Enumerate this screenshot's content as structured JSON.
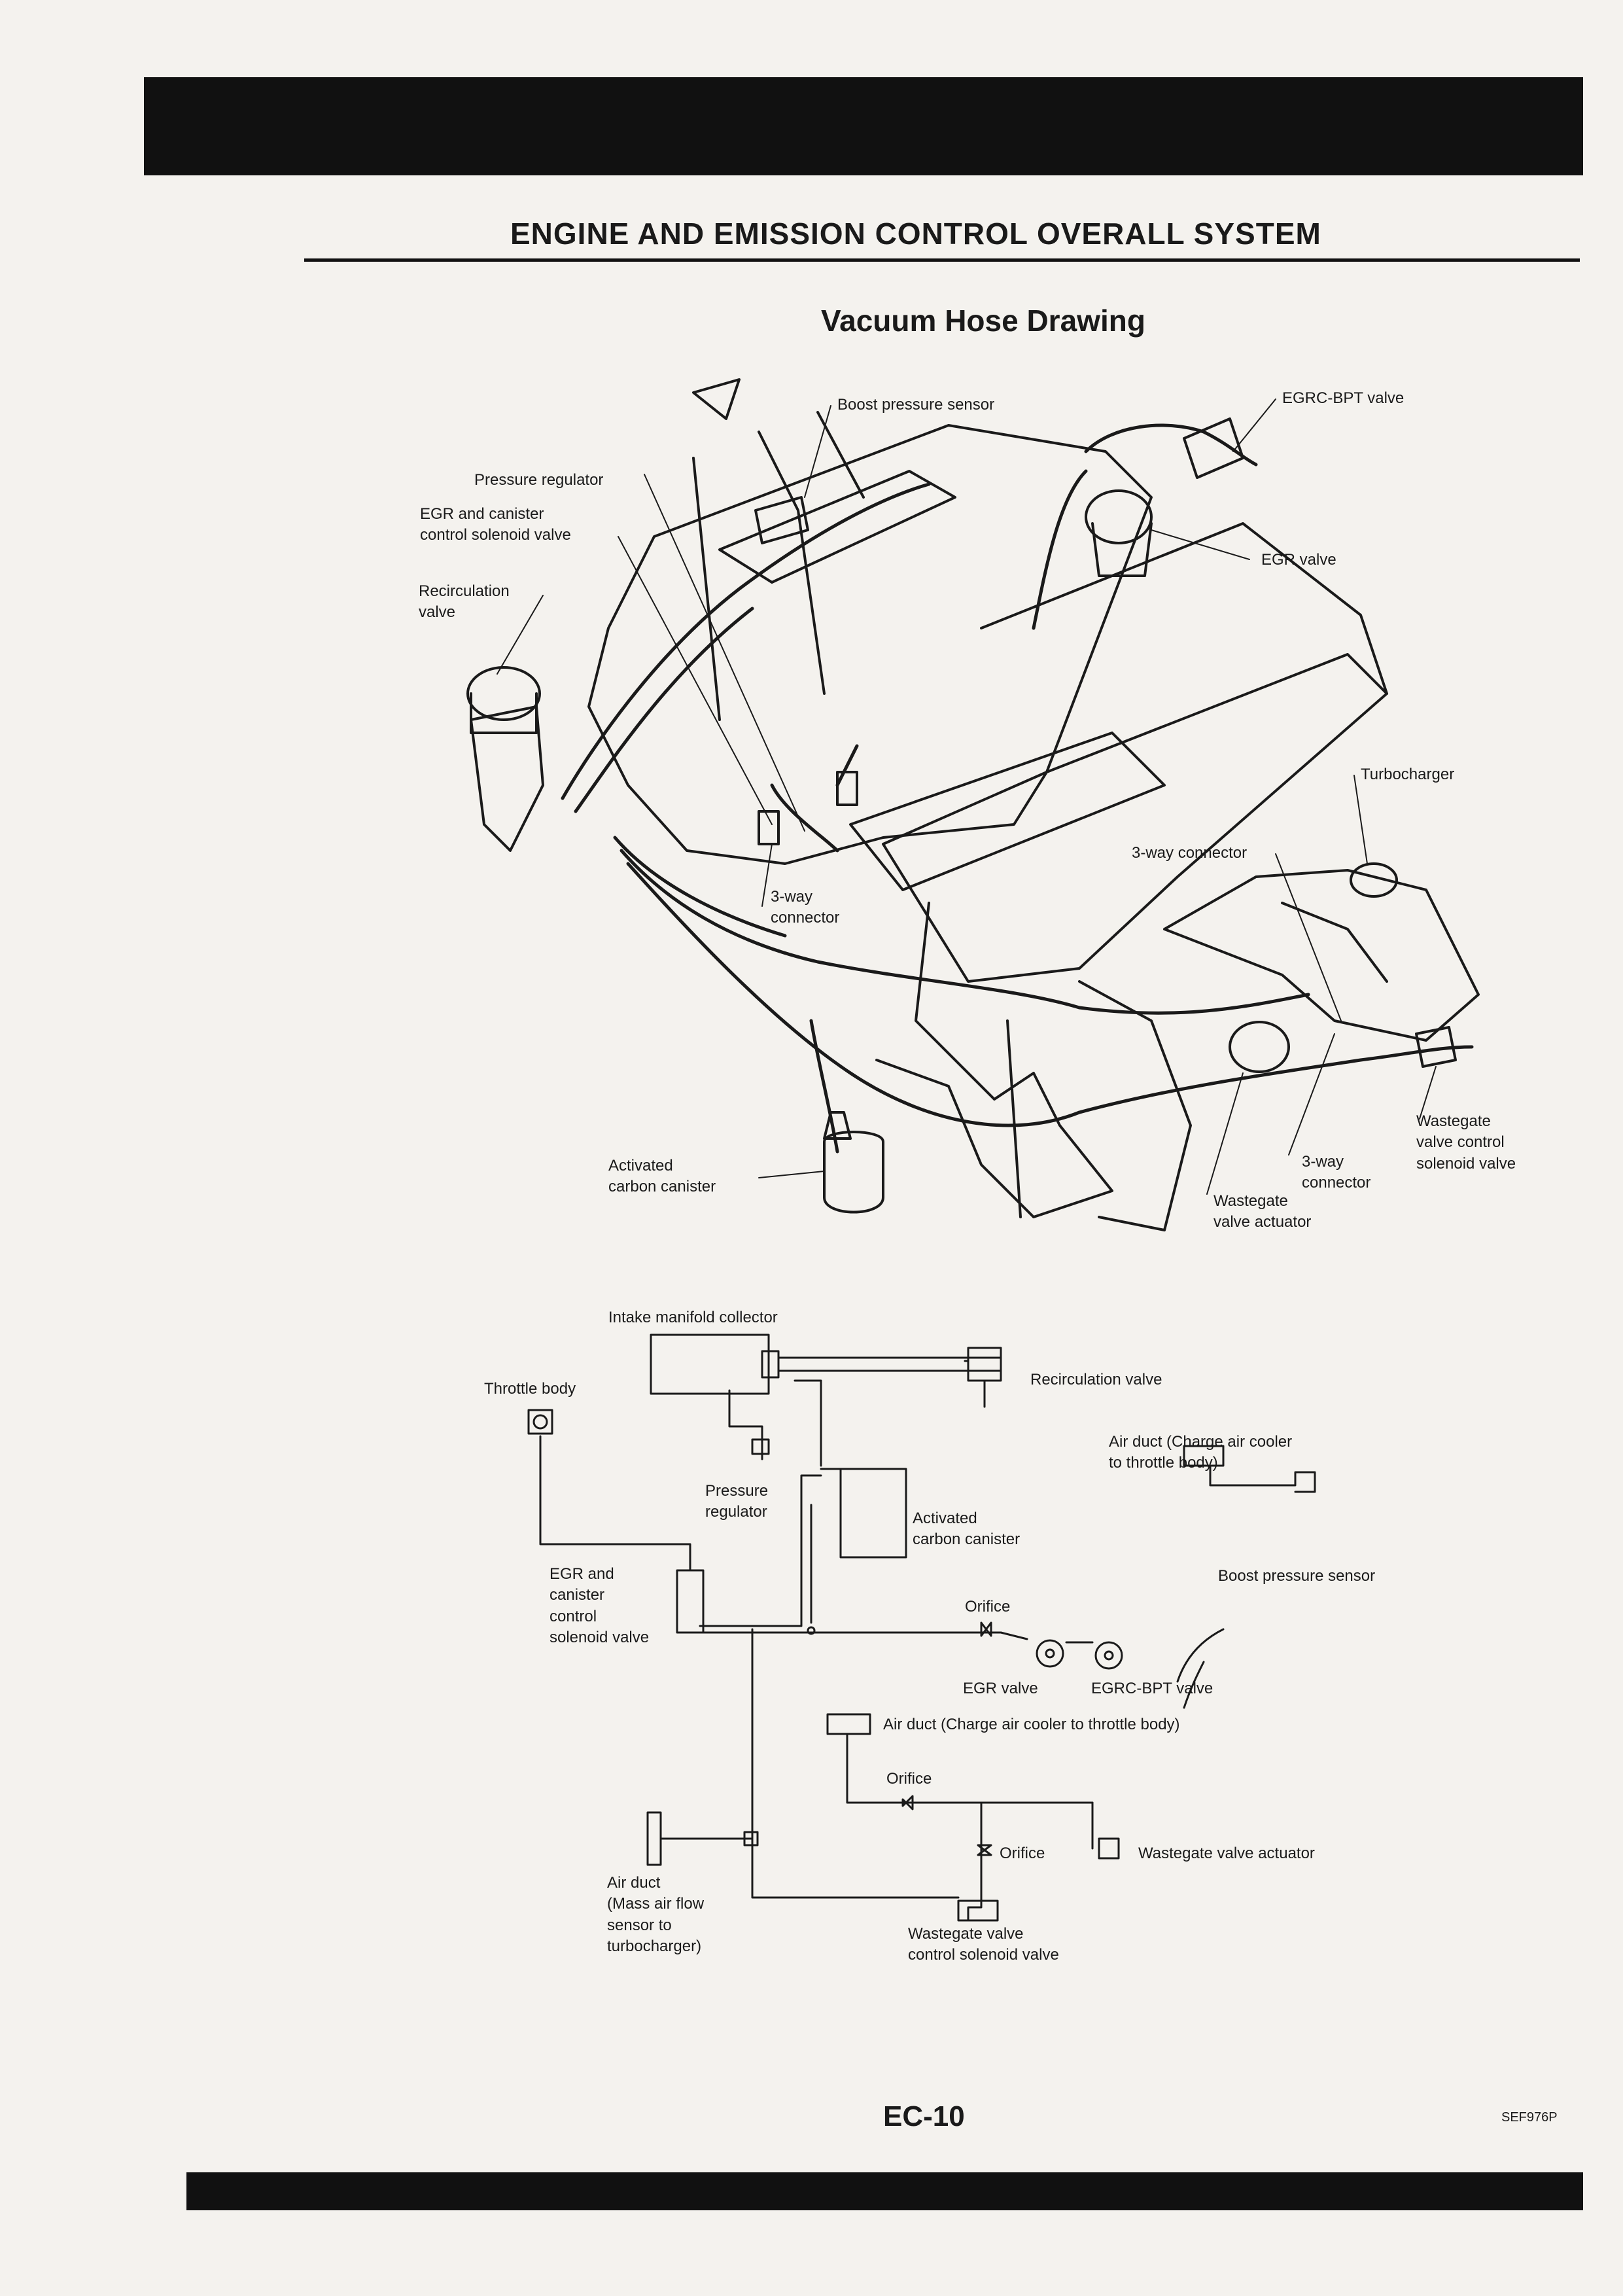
{
  "header": {
    "title": "ENGINE AND EMISSION CONTROL OVERALL SYSTEM"
  },
  "figure": {
    "title": "Vacuum Hose Drawing",
    "code": "SEF976P"
  },
  "engine_labels": {
    "boost_sensor": "Boost pressure sensor",
    "egrc_bpt": "EGRC-BPT valve",
    "pressure_regulator": "Pressure regulator",
    "egr_canister_solenoid": "EGR and canister\ncontrol solenoid valve",
    "recirculation_valve": "Recirculation\nvalve",
    "egr_valve": "EGR valve",
    "turbocharger": "Turbocharger",
    "three_way_1": "3-way connector",
    "three_way_2": "3-way\nconnector",
    "three_way_3": "3-way\nconnector",
    "activated_canister": "Activated\ncarbon canister",
    "wastegate_solenoid": "Wastegate\nvalve control\nsolenoid valve",
    "wastegate_actuator": "Wastegate\nvalve actuator"
  },
  "schematic_labels": {
    "intake_collector": "Intake manifold collector",
    "throttle_body": "Throttle body",
    "recirculation_valve": "Recirculation valve",
    "air_duct_cooler": "Air duct (Charge air cooler\nto throttle body)",
    "pressure_regulator": "Pressure\nregulator",
    "activated_canister": "Activated\ncarbon canister",
    "boost_sensor": "Boost pressure sensor",
    "egr_canister_solenoid": "EGR and\ncanister\ncontrol\nsolenoid valve",
    "orifice_1": "Orifice",
    "egr_valve": "EGR valve",
    "egrc_bpt": "EGRC-BPT valve",
    "air_duct_cooler_2": "Air duct (Charge air cooler to throttle body)",
    "orifice_2": "Orifice",
    "orifice_3": "Orifice",
    "wastegate_actuator": "Wastegate valve actuator",
    "air_duct_maf": "Air duct\n(Mass air flow\nsensor to\nturbocharger)",
    "wastegate_solenoid": "Wastegate valve\ncontrol solenoid valve"
  },
  "footer": {
    "page_number": "EC-10"
  }
}
